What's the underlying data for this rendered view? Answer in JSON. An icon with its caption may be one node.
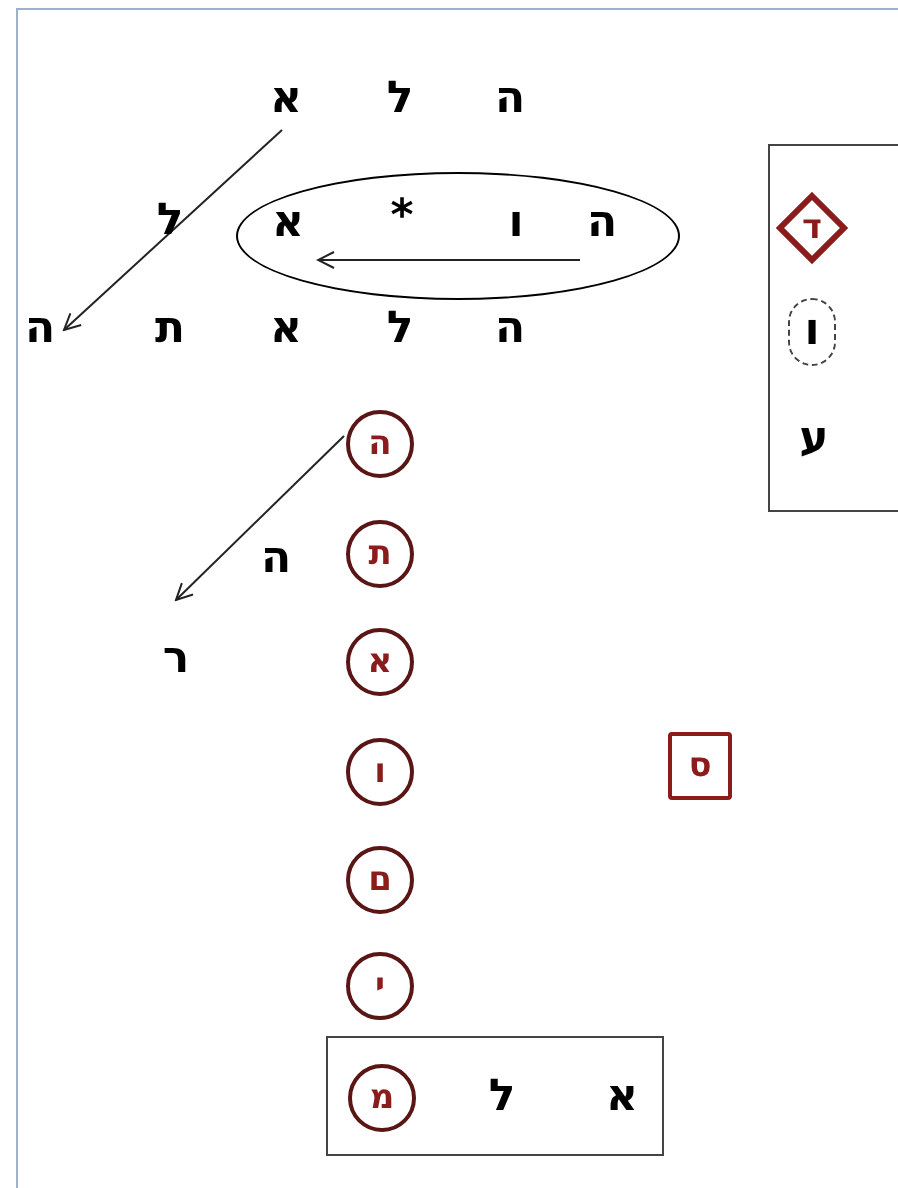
{
  "diagram": {
    "nodes": [
      {
        "text": [
          "א"
        ]
      },
      {
        "text": [],
        "shape": "ellipse"
      },
      {
        "text": [
          "א"
        ],
        "in": 1
      },
      {
        "text": [
          "*"
        ],
        "in": 1
      },
      {
        "text": [
          "ו"
        ],
        "in": 1
      },
      {
        "text": [
          "ה"
        ],
        "in": 1
      },
      {
        "text": [
          "ה"
        ]
      },
      {
        "text": [],
        "shape": "box"
      },
      {
        "text": [
          "ד"
        ],
        "in": 7
      },
      {
        "text": [
          "ו"
        ],
        "in": 7
      },
      {
        "text": [
          "ע"
        ],
        "in": 7
      },
      {
        "text": [
          "ה"
        ]
      },
      {
        "text": [
          "ת"
        ]
      },
      {
        "text": [
          "א"
        ]
      },
      {
        "text": [
          "ו"
        ]
      },
      {
        "text": [
          "ס"
        ]
      },
      {
        "text": [
          "ם"
        ]
      },
      {
        "text": [
          "י"
        ]
      },
      {
        "text": [],
        "shape": "box"
      },
      {
        "text": [
          "מ"
        ],
        "in": 18
      },
      {
        "text": [
          "ל"
        ],
        "in": 18
      },
      {
        "text": [
          "א"
        ],
        "in": 18
      }
    ],
    "edges": [
      {
        "from": 0,
        "to": 6,
        "arrow": "to"
      },
      {
        "from": 5,
        "to": 2,
        "arrow": "to"
      },
      {
        "from": 11,
        "to": null,
        "arrow": "to"
      }
    ],
    "labels": [
      "ל",
      "ה",
      "ל",
      "ת",
      "א",
      "ל",
      "ה",
      "ה",
      "ר"
    ]
  }
}
